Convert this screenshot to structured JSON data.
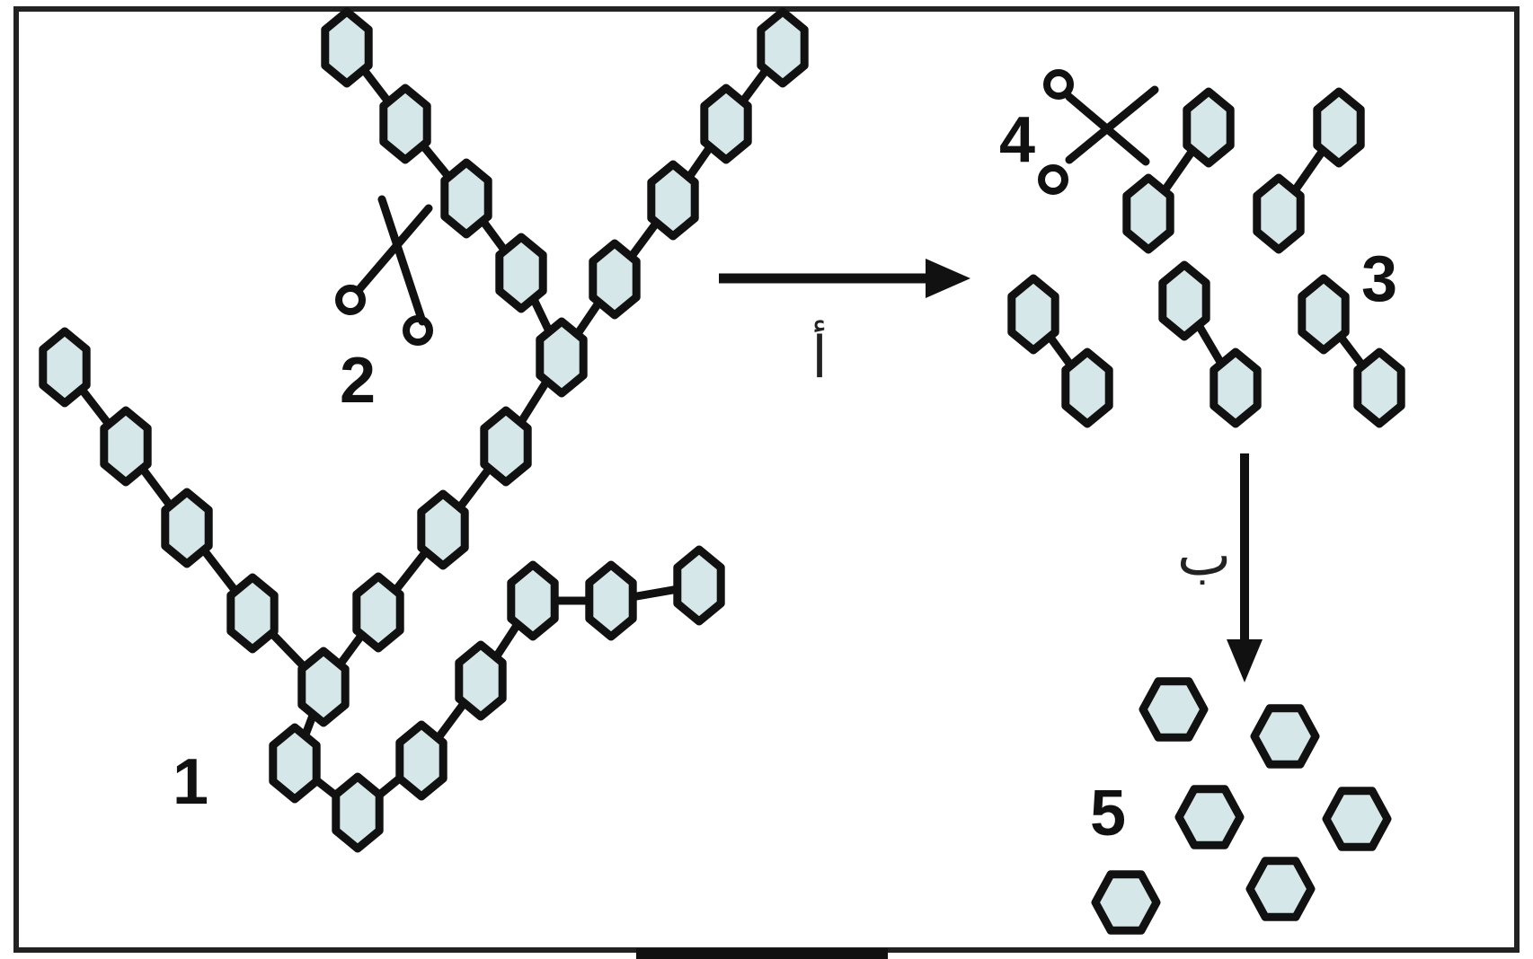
{
  "diagram": {
    "colors": {
      "ring_fill": "#d5e7e9",
      "ring_stroke": "#111111",
      "line": "#111111",
      "border": "#222222",
      "background": "#ffffff"
    },
    "labels": {
      "polymer": "1",
      "scissors_left": "2",
      "dimers": "3",
      "scissors_right": "4",
      "monomers": "5"
    },
    "steps": {
      "first": "أ",
      "second": "ب"
    },
    "icons": [
      "scissors-icon",
      "arrow-right-icon",
      "arrow-down-icon"
    ]
  }
}
